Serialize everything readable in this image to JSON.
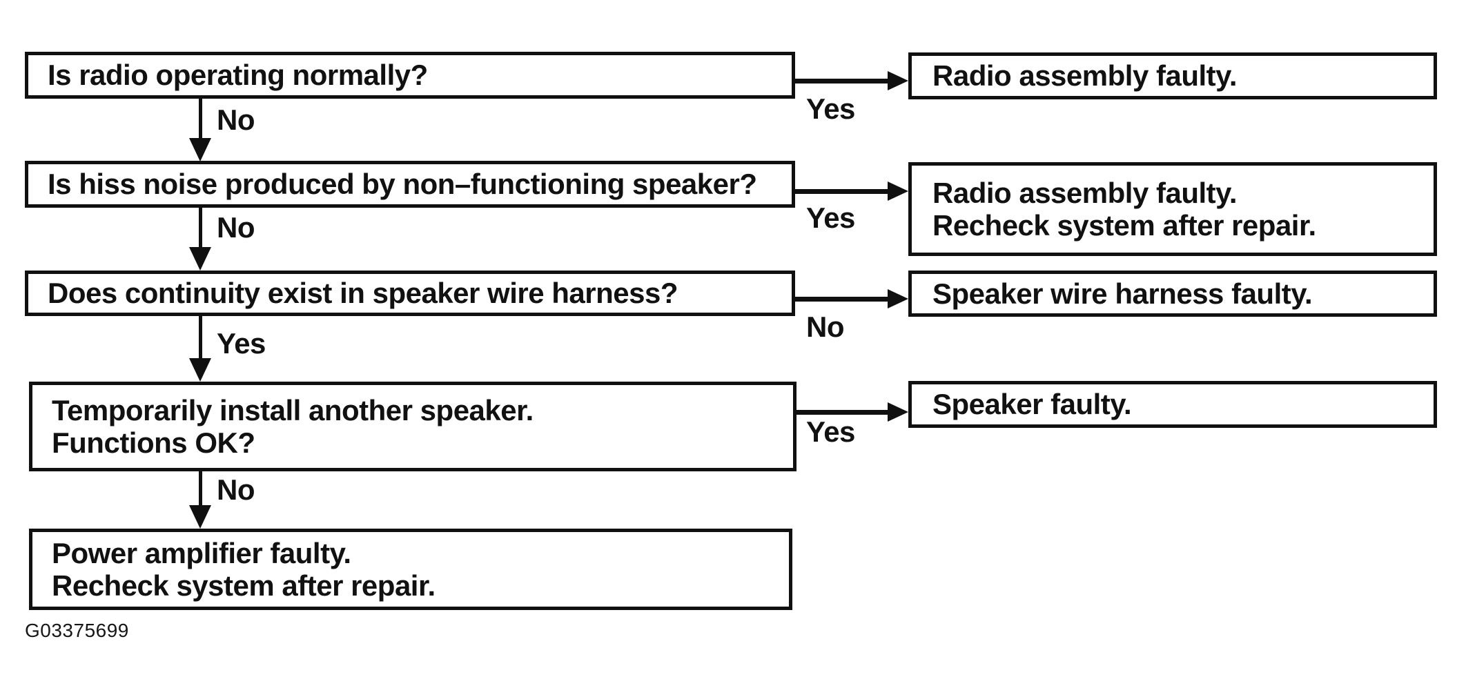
{
  "diagram_type": "troubleshooting-flowchart",
  "colors": {
    "ink": "#101010",
    "background": "#ffffff"
  },
  "nodes": {
    "q1": {
      "line1": "Is radio operating normally?"
    },
    "q2": {
      "line1": "Is hiss noise produced by non–functioning speaker?"
    },
    "q3": {
      "line1": "Does continuity exist in speaker wire harness?"
    },
    "q4": {
      "line1": "Temporarily install another speaker.",
      "line2": "Functions OK?"
    },
    "end": {
      "line1": "Power amplifier faulty.",
      "line2": "Recheck system after repair."
    },
    "r1": {
      "line1": "Radio assembly faulty."
    },
    "r2": {
      "line1": "Radio assembly faulty.",
      "line2": "Recheck system after repair."
    },
    "r3": {
      "line1": "Speaker wire harness faulty."
    },
    "r4": {
      "line1": "Speaker faulty."
    }
  },
  "edges": [
    {
      "from": "q1",
      "label": "Yes",
      "to": "r1",
      "direction": "right"
    },
    {
      "from": "q1",
      "label": "No",
      "to": "q2",
      "direction": "down"
    },
    {
      "from": "q2",
      "label": "Yes",
      "to": "r2",
      "direction": "right"
    },
    {
      "from": "q2",
      "label": "No",
      "to": "q3",
      "direction": "down"
    },
    {
      "from": "q3",
      "label": "No",
      "to": "r3",
      "direction": "right"
    },
    {
      "from": "q3",
      "label": "Yes",
      "to": "q4",
      "direction": "down"
    },
    {
      "from": "q4",
      "label": "Yes",
      "to": "r4",
      "direction": "right"
    },
    {
      "from": "q4",
      "label": "No",
      "to": "end",
      "direction": "down"
    }
  ],
  "footer": {
    "figure_code": "G03375699"
  }
}
